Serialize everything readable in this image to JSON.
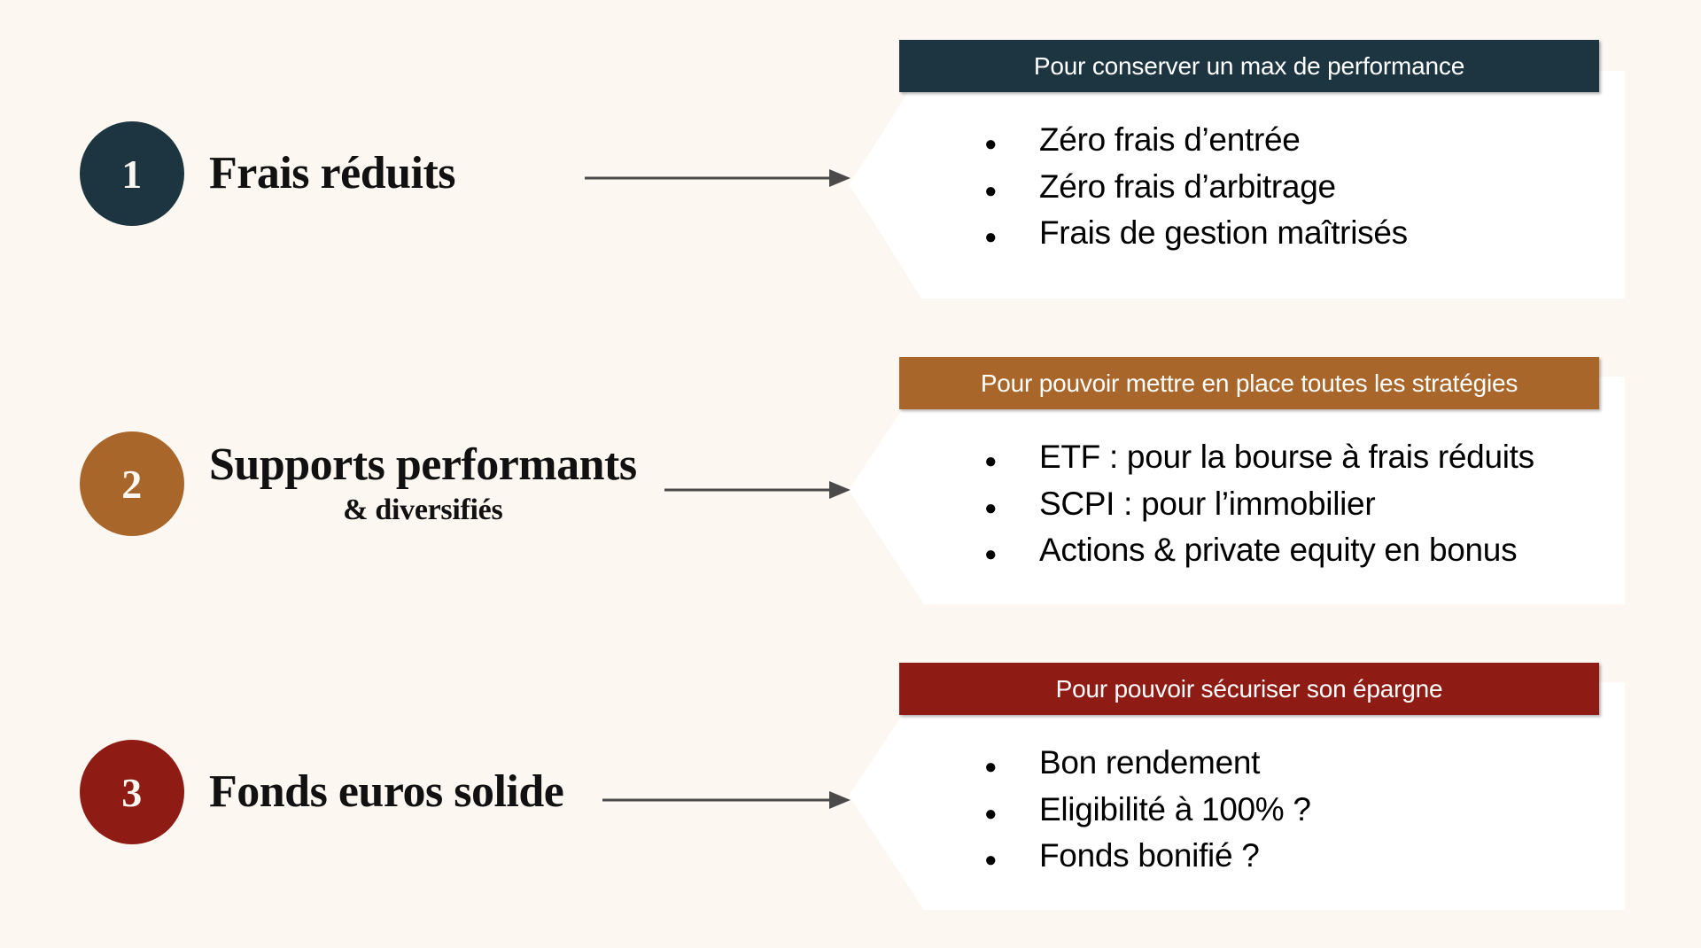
{
  "page": {
    "background_color": "#FDF7F2",
    "panel_color": "#FFFFFF",
    "title": "Infographie — Critères assurance vie"
  },
  "colors": {
    "teal": "#1D3540",
    "orange": "#A9662A",
    "red": "#8E1C14",
    "arrow": "#4A4A4A",
    "text": "#111111",
    "header_text": "#FFFFFF"
  },
  "sections": [
    {
      "number": "1",
      "accent": "#1D3540",
      "title": "Frais réduits",
      "subtitle": "",
      "header": "Pour conserver un max de performance",
      "bullets": [
        "Zéro frais d’entrée",
        "Zéro frais d’arbitrage",
        "Frais de gestion maîtrisés"
      ]
    },
    {
      "number": "2",
      "accent": "#A9662A",
      "title": "Supports performants",
      "subtitle": "& diversifiés",
      "header": "Pour pouvoir mettre en place toutes les stratégies",
      "bullets": [
        "ETF : pour la bourse à frais réduits",
        "SCPI : pour l’immobilier",
        "Actions & private equity en bonus"
      ]
    },
    {
      "number": "3",
      "accent": "#8E1C14",
      "title": "Fonds euros solide",
      "subtitle": "",
      "header": "Pour pouvoir sécuriser son épargne",
      "bullets": [
        "Bon rendement",
        "Eligibilité à 100% ?",
        "Fonds bonifié ?"
      ]
    }
  ],
  "bullet_glyph": "●",
  "icons": {
    "arrow": "right-arrow-icon",
    "bullet": "bullet-dot-icon"
  }
}
